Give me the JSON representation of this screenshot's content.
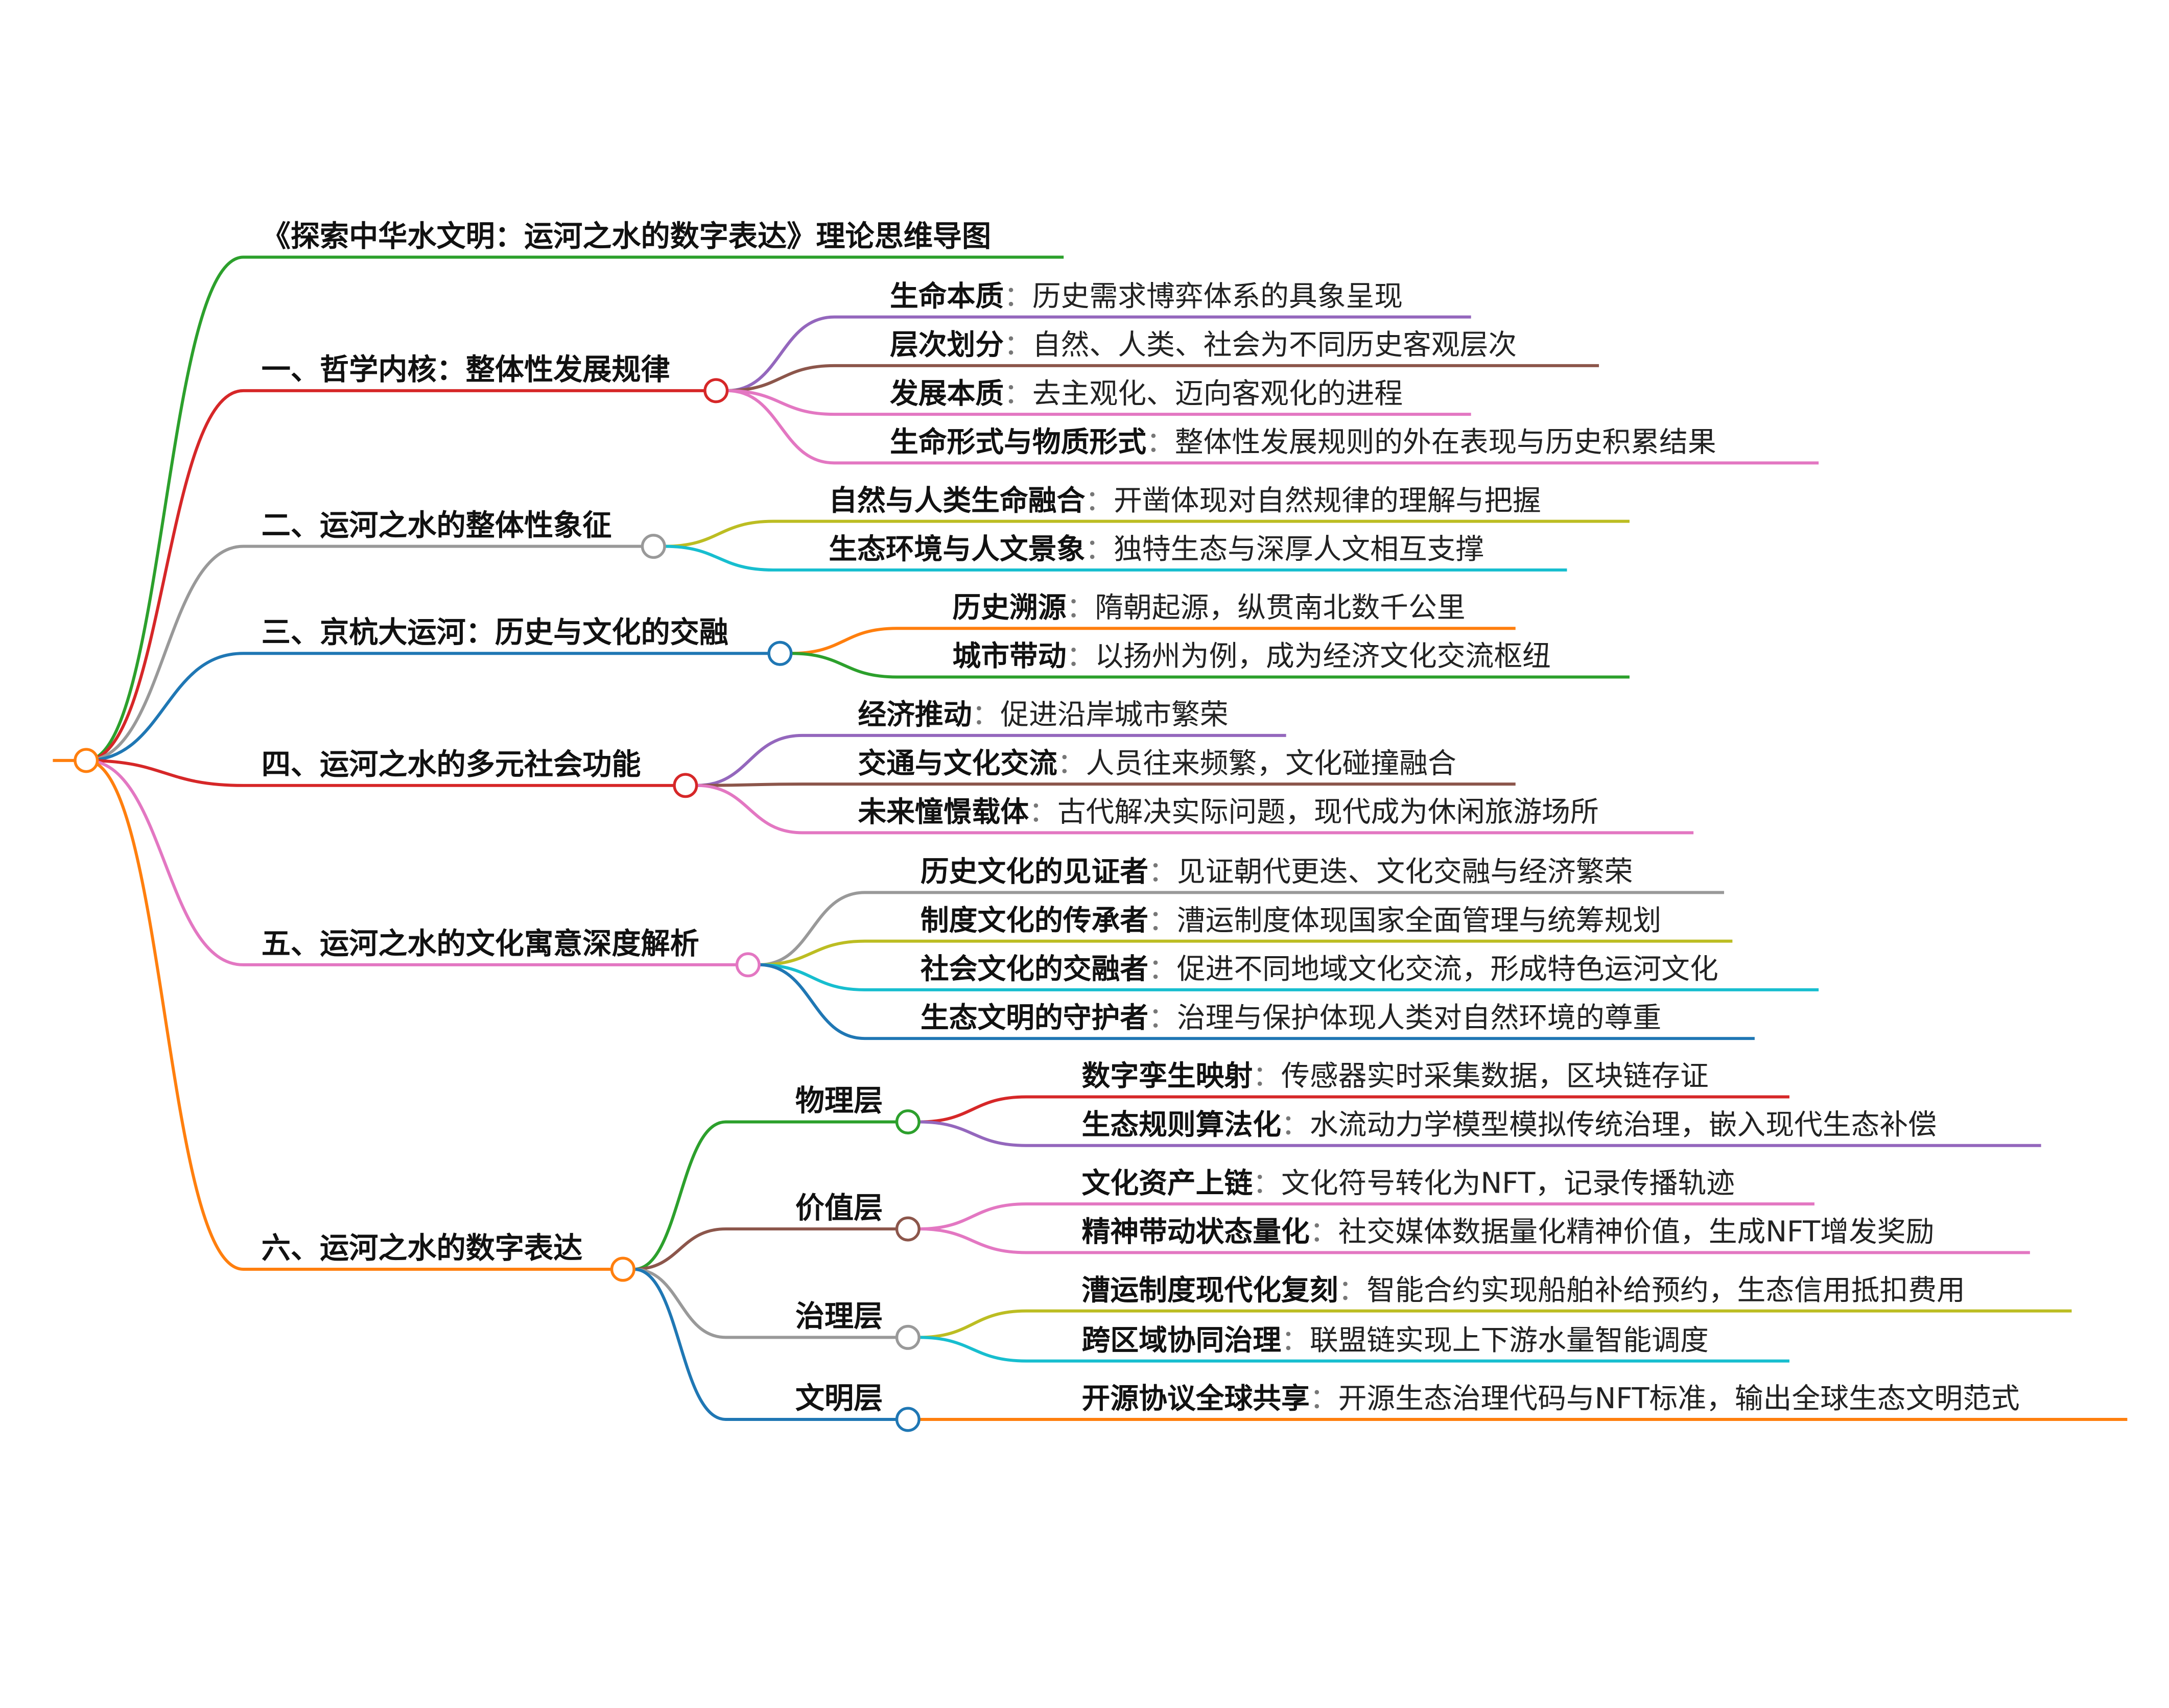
{
  "root_color": "#ff7f0e",
  "separator": "：",
  "title": {
    "label": "《探索中华水文明：运河之水的数字表达》理论思维导图",
    "color": "#2ca02c"
  },
  "branches": [
    {
      "label": "一、哲学内核：整体性发展规律",
      "color": "#d62728",
      "children": [
        {
          "label": "生命本质",
          "desc": "历史需求博弈体系的具象呈现",
          "color": "#9467bd"
        },
        {
          "label": "层次划分",
          "desc": "自然、人类、社会为不同历史客观层次",
          "color": "#8c564b"
        },
        {
          "label": "发展本质",
          "desc": "去主观化、迈向客观化的进程",
          "color": "#e377c2"
        },
        {
          "label": "生命形式与物质形式",
          "desc": "整体性发展规则的外在表现与历史积累结果",
          "color": "#e377c2"
        }
      ]
    },
    {
      "label": "二、运河之水的整体性象征",
      "color": "#999999",
      "children": [
        {
          "label": "自然与人类生命融合",
          "desc": "开凿体现对自然规律的理解与把握",
          "color": "#bcbd22"
        },
        {
          "label": "生态环境与人文景象",
          "desc": "独特生态与深厚人文相互支撑",
          "color": "#17becf"
        }
      ]
    },
    {
      "label": "三、京杭大运河：历史与文化的交融",
      "color": "#1f77b4",
      "children": [
        {
          "label": "历史溯源",
          "desc": "隋朝起源，纵贯南北数千公里",
          "color": "#ff7f0e"
        },
        {
          "label": "城市带动",
          "desc": "以扬州为例，成为经济文化交流枢纽",
          "color": "#2ca02c"
        }
      ]
    },
    {
      "label": "四、运河之水的多元社会功能",
      "color": "#d62728",
      "children": [
        {
          "label": "经济推动",
          "desc": "促进沿岸城市繁荣",
          "color": "#9467bd"
        },
        {
          "label": "交通与文化交流",
          "desc": "人员往来频繁，文化碰撞融合",
          "color": "#8c564b"
        },
        {
          "label": "未来憧憬载体",
          "desc": "古代解决实际问题，现代成为休闲旅游场所",
          "color": "#e377c2"
        }
      ]
    },
    {
      "label": "五、运河之水的文化寓意深度解析",
      "color": "#e377c2",
      "children": [
        {
          "label": "历史文化的见证者",
          "desc": "见证朝代更迭、文化交融与经济繁荣",
          "color": "#999999"
        },
        {
          "label": "制度文化的传承者",
          "desc": "漕运制度体现国家全面管理与统筹规划",
          "color": "#bcbd22"
        },
        {
          "label": "社会文化的交融者",
          "desc": "促进不同地域文化交流，形成特色运河文化",
          "color": "#17becf"
        },
        {
          "label": "生态文明的守护者",
          "desc": "治理与保护体现人类对自然环境的尊重",
          "color": "#1f77b4"
        }
      ]
    },
    {
      "label": "六、运河之水的数字表达",
      "color": "#ff7f0e",
      "layers": [
        {
          "label": "物理层",
          "color": "#2ca02c",
          "children": [
            {
              "label": "数字孪生映射",
              "desc": "传感器实时采集数据，区块链存证",
              "color": "#d62728"
            },
            {
              "label": "生态规则算法化",
              "desc": "水流动力学模型模拟传统治理，嵌入现代生态补偿",
              "color": "#9467bd"
            }
          ]
        },
        {
          "label": "价值层",
          "color": "#8c564b",
          "children": [
            {
              "label": "文化资产上链",
              "desc": "文化符号转化为NFT，记录传播轨迹",
              "color": "#e377c2"
            },
            {
              "label": "精神带动状态量化",
              "desc": "社交媒体数据量化精神价值，生成NFT增发奖励",
              "color": "#e377c2"
            }
          ]
        },
        {
          "label": "治理层",
          "color": "#999999",
          "children": [
            {
              "label": "漕运制度现代化复刻",
              "desc": "智能合约实现船舶补给预约，生态信用抵扣费用",
              "color": "#bcbd22"
            },
            {
              "label": "跨区域协同治理",
              "desc": "联盟链实现上下游水量智能调度",
              "color": "#17becf"
            }
          ]
        },
        {
          "label": "文明层",
          "color": "#1f77b4",
          "children": [
            {
              "label": "开源协议全球共享",
              "desc": "开源生态治理代码与NFT标准，输出全球生态文明范式",
              "color": "#ff7f0e"
            }
          ]
        }
      ]
    }
  ]
}
